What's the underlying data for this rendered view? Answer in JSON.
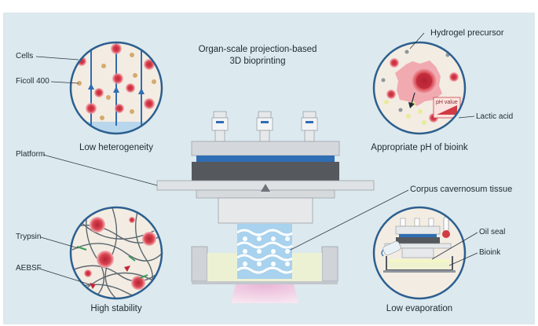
{
  "title": {
    "line1": "Organ-scale projection-based",
    "line2": "3D bioprinting"
  },
  "top_left": {
    "labels": {
      "cells": "Cells",
      "ficoll": "Ficoll 400"
    },
    "caption": "Low heterogeneity"
  },
  "top_right": {
    "labels": {
      "hydrogel": "Hydrogel precursor",
      "ph_value": "pH value",
      "lactic_acid": "Lactic acid"
    },
    "caption": "Appropriate pH of bioink"
  },
  "bottom_left": {
    "labels": {
      "trypsin": "Trypsin",
      "aebsf": "AEBSF"
    },
    "caption": "High stability"
  },
  "bottom_right": {
    "labels": {
      "oil_seal": "Oil seal",
      "bioink": "Bioink"
    },
    "caption": "Low evaporation"
  },
  "center": {
    "labels": {
      "platform": "Platform",
      "tissue": "Corpus cavernosum tissue"
    }
  },
  "colors": {
    "background": "#dce9ee",
    "cell": "#d9404e",
    "blue": "#2f6db4",
    "circle_border": "#2c5f8f",
    "circle_fill": "#f3ece2"
  }
}
